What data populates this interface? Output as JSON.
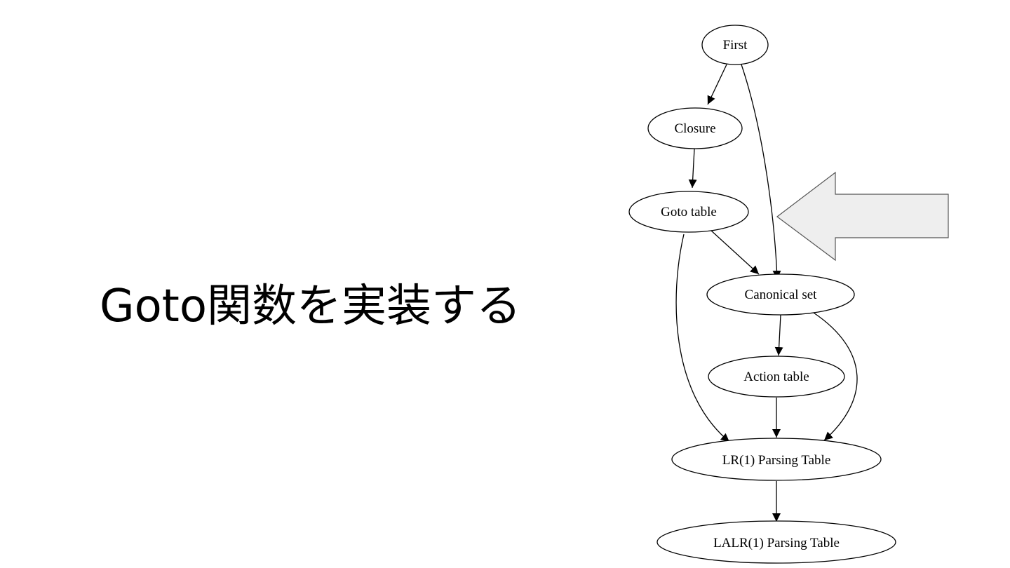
{
  "slide": {
    "title": "Goto関数を実装する"
  },
  "graph": {
    "nodes": {
      "first": "First",
      "closure": "Closure",
      "goto_table": "Goto table",
      "canonical_set": "Canonical set",
      "action_table": "Action table",
      "lr1_table": "LR(1) Parsing Table",
      "lalr1_table": "LALR(1) Parsing Table"
    },
    "edges": [
      {
        "from": "First",
        "to": "Closure"
      },
      {
        "from": "First",
        "to": "Canonical set"
      },
      {
        "from": "Closure",
        "to": "Goto table"
      },
      {
        "from": "Goto table",
        "to": "Canonical set"
      },
      {
        "from": "Goto table",
        "to": "LR(1) Parsing Table"
      },
      {
        "from": "Canonical set",
        "to": "Action table"
      },
      {
        "from": "Canonical set",
        "to": "LR(1) Parsing Table"
      },
      {
        "from": "Action table",
        "to": "LR(1) Parsing Table"
      },
      {
        "from": "LR(1) Parsing Table",
        "to": "LALR(1) Parsing Table"
      }
    ],
    "highlight_arrow": {
      "points_to": "Goto table",
      "fill": "#eeeeee",
      "stroke": "#555555"
    }
  }
}
